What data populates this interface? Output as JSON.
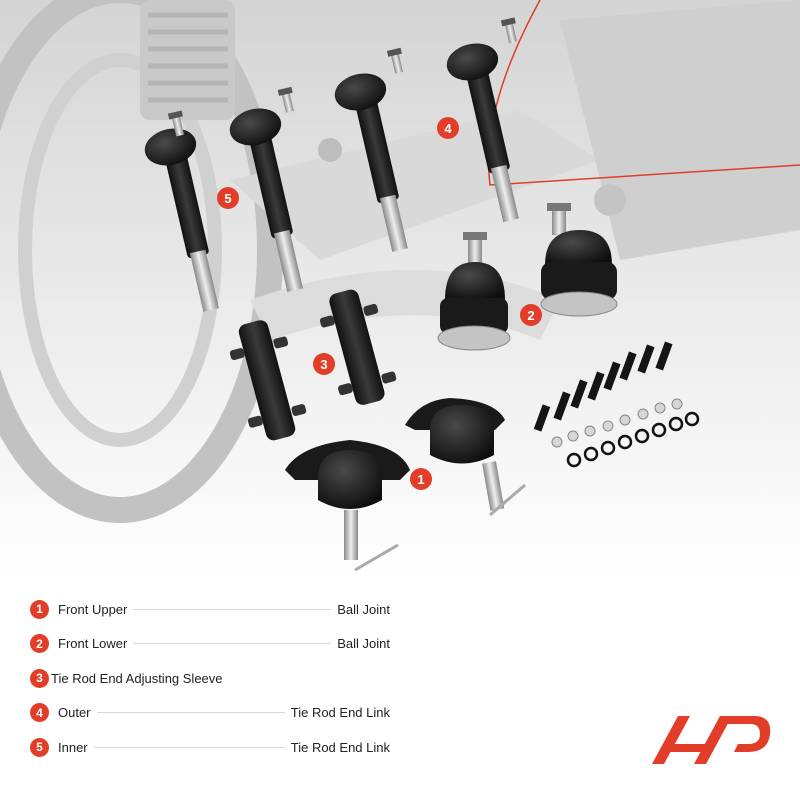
{
  "badges": {
    "b5": "5",
    "b4": "4",
    "b2": "2",
    "b3": "3",
    "b1": "1"
  },
  "legend": [
    {
      "num": "1",
      "name": "Front Upper",
      "part": "Ball Joint"
    },
    {
      "num": "2",
      "name": "Front Lower",
      "part": "Ball Joint"
    },
    {
      "num": "3",
      "name": "Tie Rod End Adjusting Sleeve",
      "part": ""
    },
    {
      "num": "4",
      "name": "Outer",
      "part": "Tie Rod End Link"
    },
    {
      "num": "5",
      "name": "Inner",
      "part": "Tie Rod End Link"
    }
  ],
  "colors": {
    "accent": "#e23d28",
    "parts": "#1c1c1c",
    "chrome": "#c9c9c9"
  }
}
